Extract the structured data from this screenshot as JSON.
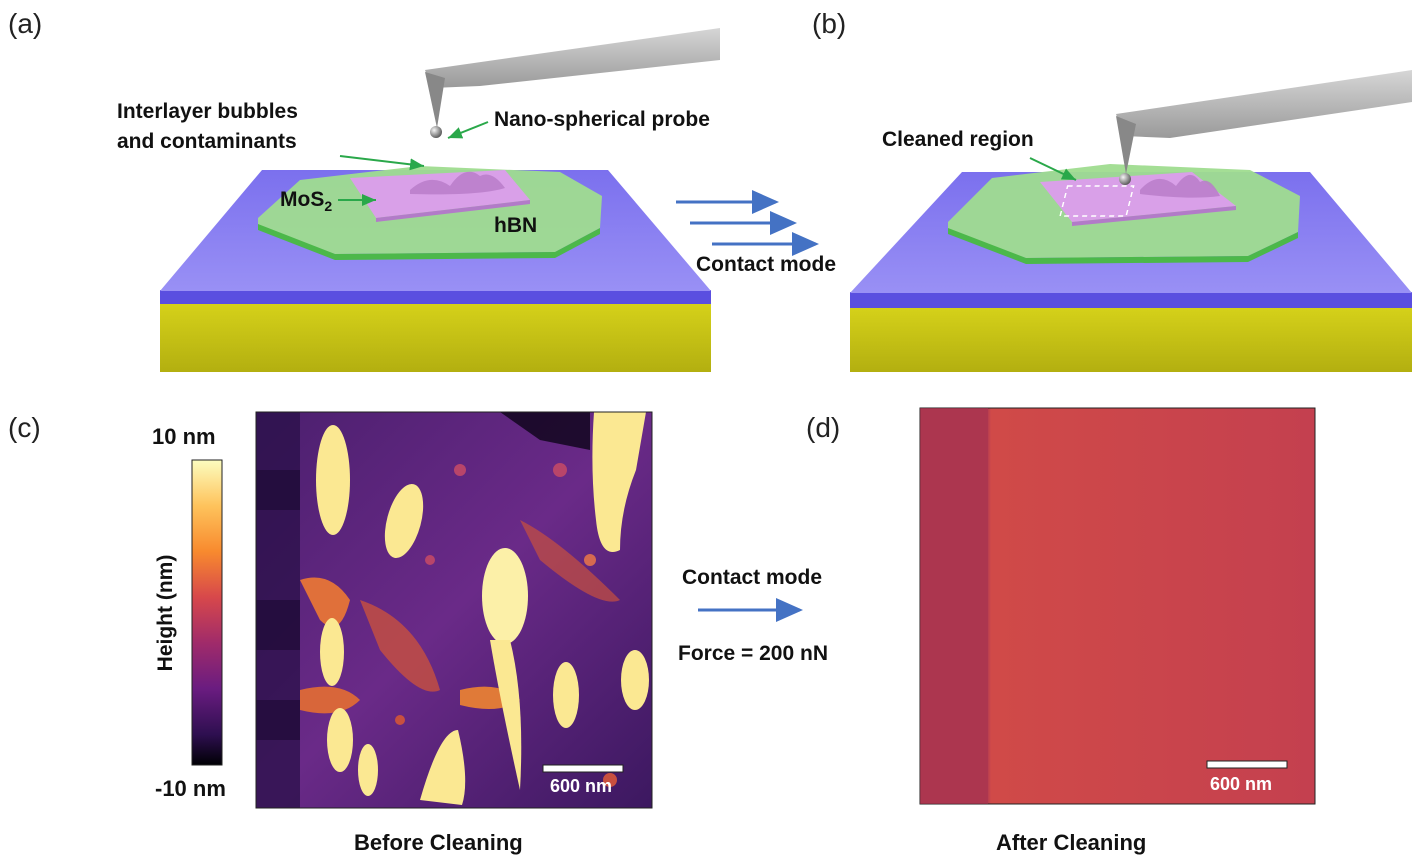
{
  "panels": {
    "a": {
      "letter": "(a)"
    },
    "b": {
      "letter": "(b)"
    },
    "c": {
      "letter": "(c)"
    },
    "d": {
      "letter": "(d)"
    }
  },
  "schematic_a": {
    "contaminants_label_line1": "Interlayer bubbles",
    "contaminants_label_line2": "and contaminants",
    "probe_label": "Nano-spherical probe",
    "mos2_label_main": "MoS",
    "mos2_label_sub": "2",
    "hbn_label": "hBN"
  },
  "schematic_b": {
    "cleaned_label": "Cleaned region"
  },
  "transition_top": {
    "label": "Contact mode"
  },
  "transition_bottom": {
    "label": "Contact mode",
    "force_label": "Force = 200 nN"
  },
  "colorbar": {
    "max_label": "10 nm",
    "min_label": "-10 nm",
    "axis_label": "Height (nm)"
  },
  "afm_before": {
    "scalebar_label": "600 nm",
    "caption": "Before Cleaning"
  },
  "afm_after": {
    "scalebar_label": "600 nm",
    "caption": "After Cleaning"
  },
  "colors": {
    "substrate_top": "#8f87f2",
    "substrate_edge": "#5a4fe0",
    "substrate_side": "#c8c414",
    "hbn": "#9fdc8f",
    "hbn_edge": "#4cb84a",
    "mos2": "#d9a0e8",
    "arrow_blue": "#4472c4",
    "leader_green": "#2aa84a",
    "afm_after_bg": "#c2454f"
  }
}
